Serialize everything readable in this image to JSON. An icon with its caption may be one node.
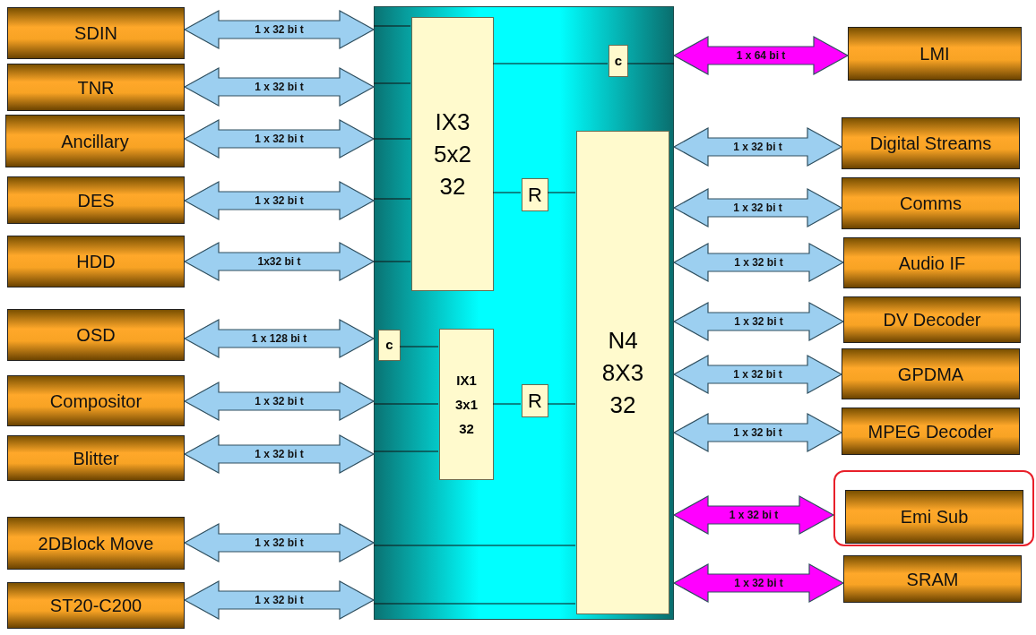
{
  "diagram": {
    "nodes": [
      {
        "text": [
          "SDIN"
        ]
      },
      {
        "text": [
          "TNR"
        ]
      },
      {
        "text": [
          "Ancillary"
        ]
      },
      {
        "text": [
          "DES"
        ]
      },
      {
        "text": [
          "HDD"
        ]
      },
      {
        "text": [
          "OSD"
        ]
      },
      {
        "text": [
          "Compositor"
        ]
      },
      {
        "text": [
          "Blitter"
        ]
      },
      {
        "text": [
          "2DBlock Move"
        ]
      },
      {
        "text": [
          "ST20-C200"
        ]
      },
      {
        "text": [],
        "shape": "box"
      },
      {
        "text": [
          "IX3 5x2 32"
        ],
        "in": 10
      },
      {
        "text": [
          "c"
        ],
        "in": 10
      },
      {
        "text": [
          "R"
        ],
        "in": 10
      },
      {
        "text": [
          "N4 8X3 32"
        ],
        "in": 10
      },
      {
        "text": [
          "c"
        ],
        "in": 10
      },
      {
        "text": [
          "IX1 3x1 32"
        ],
        "in": 10
      },
      {
        "text": [
          "R"
        ],
        "in": 10
      },
      {
        "text": [
          "LMI"
        ]
      },
      {
        "text": [
          "Digital Streams"
        ]
      },
      {
        "text": [
          "Comms"
        ]
      },
      {
        "text": [
          "Audio IF"
        ]
      },
      {
        "text": [
          "DV Decoder"
        ]
      },
      {
        "text": [
          "GPDMA"
        ]
      },
      {
        "text": [
          "MPEG Decoder"
        ]
      },
      {
        "text": [],
        "shape": "box"
      },
      {
        "text": [
          "Emi Sub"
        ],
        "in": 25
      },
      {
        "text": [
          "SRAM"
        ]
      }
    ],
    "edges": [
      {
        "from": 0,
        "to": 10,
        "arrow": "both",
        "label": "1 x 32 bi t",
        "style": "thick",
        "color": "#9ccff0"
      },
      {
        "from": 1,
        "to": 10,
        "arrow": "both",
        "label": "1 x 32 bi t",
        "style": "thick",
        "color": "#9ccff0"
      },
      {
        "from": 2,
        "to": 10,
        "arrow": "both",
        "label": "1 x 32 bi t",
        "style": "thick",
        "color": "#9ccff0"
      },
      {
        "from": 3,
        "to": 10,
        "arrow": "both",
        "label": "1 x 32 bi t",
        "style": "thick",
        "color": "#9ccff0"
      },
      {
        "from": 4,
        "to": 10,
        "arrow": "both",
        "label": "1x32 bi t",
        "style": "thick",
        "color": "#9ccff0"
      },
      {
        "from": 5,
        "to": 10,
        "arrow": "both",
        "label": "1 x 128 bi t",
        "style": "thick",
        "color": "#9ccff0"
      },
      {
        "from": 6,
        "to": 10,
        "arrow": "both",
        "label": "1 x 32 bi t",
        "style": "thick",
        "color": "#9ccff0"
      },
      {
        "from": 7,
        "to": 10,
        "arrow": "both",
        "label": "1 x 32 bi t",
        "style": "thick",
        "color": "#9ccff0"
      },
      {
        "from": 8,
        "to": 10,
        "arrow": "both",
        "label": "1 x 32 bi t",
        "style": "thick",
        "color": "#9ccff0"
      },
      {
        "from": 9,
        "to": 10,
        "arrow": "both",
        "label": "1 x 32 bi t",
        "style": "thick",
        "color": "#9ccff0"
      },
      {
        "from": 10,
        "to": 18,
        "arrow": "both",
        "label": "1 x 64 bi t",
        "style": "thick",
        "color": "#ff00ff"
      },
      {
        "from": 10,
        "to": 19,
        "arrow": "both",
        "label": "1 x 32 bi t",
        "style": "thick",
        "color": "#9ccff0"
      },
      {
        "from": 10,
        "to": 20,
        "arrow": "both",
        "label": "1 x 32 bi t",
        "style": "thick",
        "color": "#9ccff0"
      },
      {
        "from": 10,
        "to": 21,
        "arrow": "both",
        "label": "1 x 32 bi t",
        "style": "thick",
        "color": "#9ccff0"
      },
      {
        "from": 10,
        "to": 22,
        "arrow": "both",
        "label": "1 x 32 bi t",
        "style": "thick",
        "color": "#9ccff0"
      },
      {
        "from": 10,
        "to": 23,
        "arrow": "both",
        "label": "1 x 32 bi t",
        "style": "thick",
        "color": "#9ccff0"
      },
      {
        "from": 10,
        "to": 24,
        "arrow": "both",
        "label": "1 x 32 bi t",
        "style": "thick",
        "color": "#9ccff0"
      },
      {
        "from": 10,
        "to": 25,
        "arrow": "both",
        "label": "1 x 32 bi t",
        "style": "thick",
        "color": "#ff00ff"
      },
      {
        "from": 10,
        "to": 27,
        "arrow": "both",
        "label": "1 x 32 bi t",
        "style": "thick",
        "color": "#ff00ff"
      },
      {
        "from": 10,
        "to": 11,
        "arrow": "none"
      },
      {
        "from": 10,
        "to": 11,
        "arrow": "none"
      },
      {
        "from": 10,
        "to": 11,
        "arrow": "none"
      },
      {
        "from": 10,
        "to": 11,
        "arrow": "none"
      },
      {
        "from": 10,
        "to": 11,
        "arrow": "none"
      },
      {
        "from": 11,
        "to": 12,
        "arrow": "none"
      },
      {
        "from": 12,
        "to": 10,
        "arrow": "none"
      },
      {
        "from": 11,
        "to": 13,
        "arrow": "none"
      },
      {
        "from": 13,
        "to": 14,
        "arrow": "none"
      },
      {
        "from": 15,
        "to": 16,
        "arrow": "none"
      },
      {
        "from": 10,
        "to": 16,
        "arrow": "none"
      },
      {
        "from": 10,
        "to": 16,
        "arrow": "none"
      },
      {
        "from": 16,
        "to": 17,
        "arrow": "none"
      },
      {
        "from": 17,
        "to": 14,
        "arrow": "none"
      },
      {
        "from": 10,
        "to": 14,
        "arrow": "none"
      },
      {
        "from": 10,
        "to": 14,
        "arrow": "none"
      }
    ]
  }
}
